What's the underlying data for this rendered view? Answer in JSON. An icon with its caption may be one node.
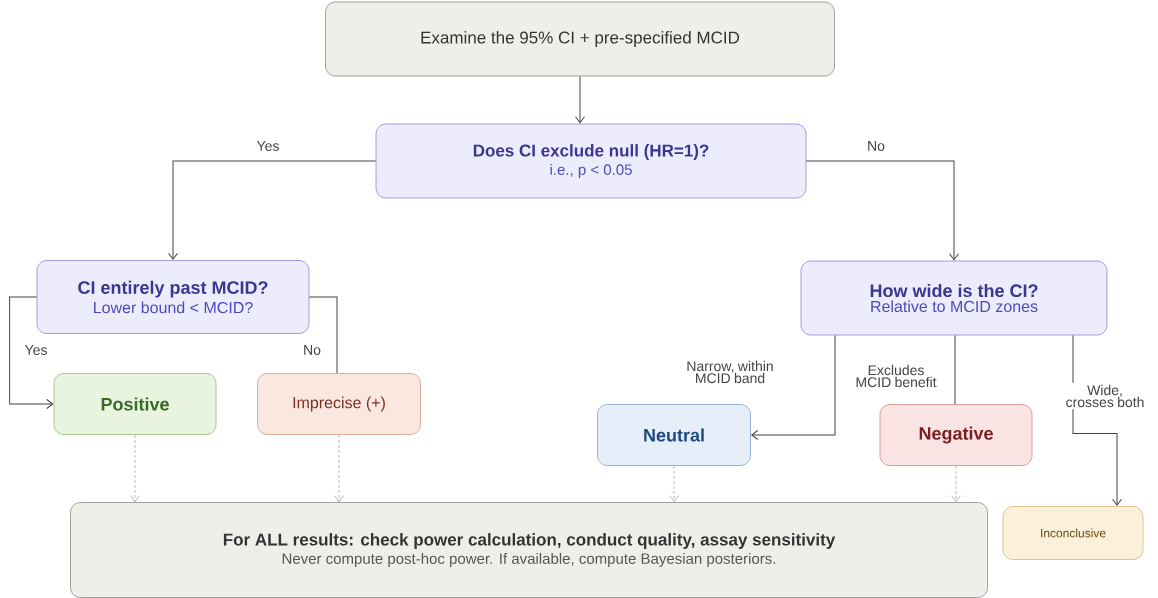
{
  "diagram": {
    "nodes": [
      {
        "text": [
          "Examine the 95% CI + pre-specified MCID"
        ]
      },
      {
        "text": [
          "Does CI exclude null (HR=1)?",
          "i.e., p < 0.05"
        ]
      },
      {
        "text": [
          "CI entirely past MCID?",
          "Lower bound < MCID?"
        ]
      },
      {
        "text": [
          "How wide is the CI?",
          "Relative to MCID zones"
        ]
      },
      {
        "text": [
          "Positive"
        ]
      },
      {
        "text": [
          "Imprecise (+)"
        ]
      },
      {
        "text": [
          "Neutral"
        ]
      },
      {
        "text": [
          "Negative"
        ]
      },
      {
        "text": [
          "For ALL results: check power calculation, conduct quality, assay sensitivity",
          "Never compute post-hoc power. If available, compute Bayesian posteriors."
        ]
      },
      {
        "text": [
          "Inconclusive"
        ]
      }
    ],
    "edges": [
      {
        "from": 0,
        "to": 1,
        "arrow": "to"
      },
      {
        "from": 1,
        "to": 2,
        "arrow": "to",
        "label": "Yes"
      },
      {
        "from": 1,
        "to": 3,
        "arrow": "to",
        "label": "No"
      },
      {
        "from": 2,
        "to": 4,
        "arrow": "to",
        "label": "Yes"
      },
      {
        "from": 2,
        "to": 5,
        "arrow": "none",
        "label": "No"
      },
      {
        "from": 3,
        "to": 6,
        "arrow": "to",
        "label": "Narrow, within MCID band"
      },
      {
        "from": 3,
        "to": 7,
        "arrow": "none",
        "label": "Excludes MCID benefit"
      },
      {
        "from": 3,
        "to": 9,
        "arrow": "to",
        "label": "Wide, crosses both"
      },
      {
        "from": 4,
        "to": 8,
        "arrow": "to",
        "style": "dashed"
      },
      {
        "from": 5,
        "to": 8,
        "arrow": "to",
        "style": "dashed"
      },
      {
        "from": 6,
        "to": 8,
        "arrow": "to",
        "style": "dashed"
      },
      {
        "from": 7,
        "to": 8,
        "arrow": "to",
        "style": "dashed"
      }
    ]
  }
}
